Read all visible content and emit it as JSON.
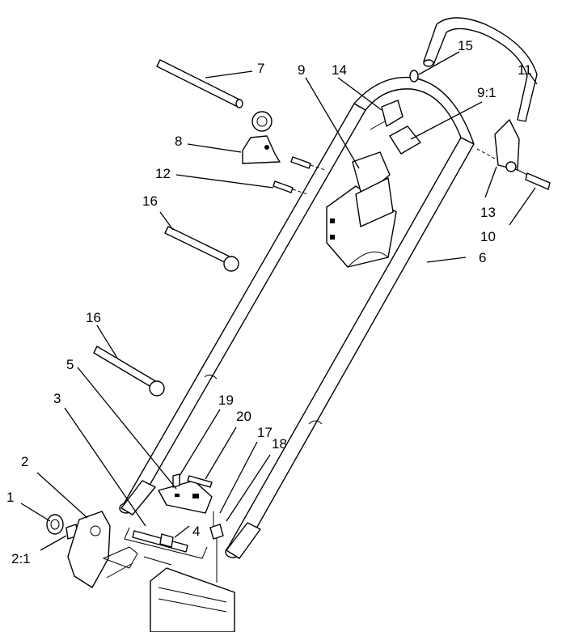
{
  "diagram": {
    "callouts": {
      "c1": "1",
      "c2": "2",
      "c2_1": "2:1",
      "c3": "3",
      "c4": "4",
      "c5": "5",
      "c6": "6",
      "c7": "7",
      "c8": "8",
      "c9": "9",
      "c9_1": "9:1",
      "c10": "10",
      "c11": "11",
      "c12": "12",
      "c13": "13",
      "c14": "14",
      "c15": "15",
      "c16a": "16",
      "c16b": "16",
      "c17": "17",
      "c18": "18",
      "c19": "19",
      "c20": "20"
    }
  }
}
